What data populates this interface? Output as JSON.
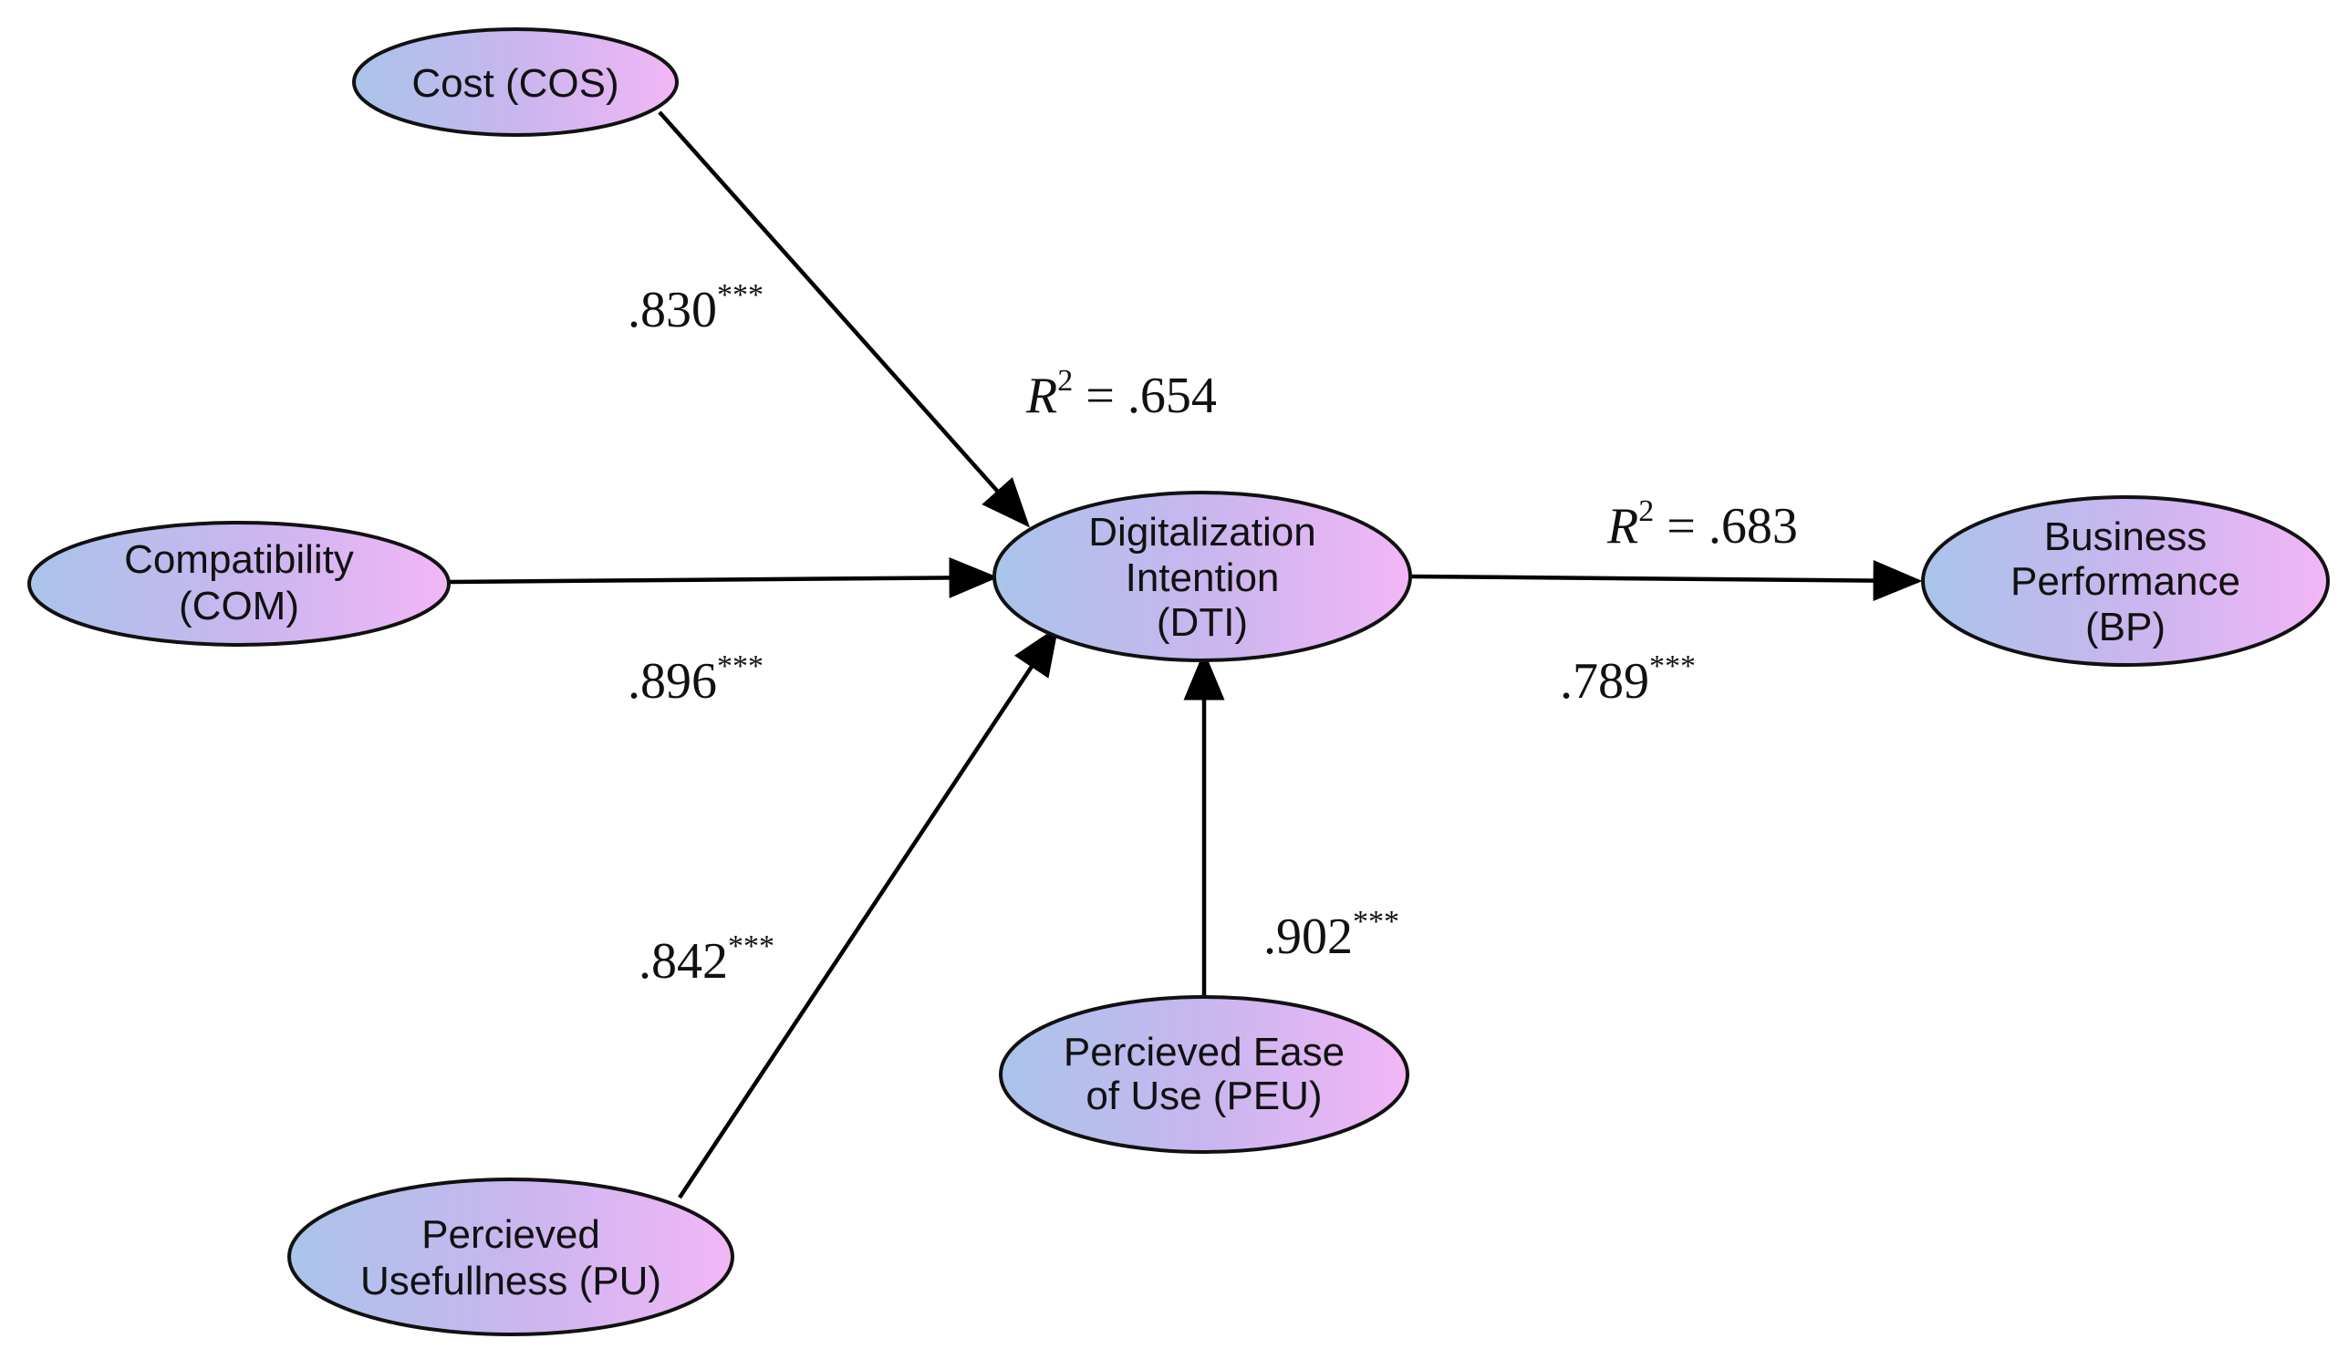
{
  "colors": {
    "node_gradient_start": "#a9c4ea",
    "node_gradient_mid": "#c8b6ee",
    "node_gradient_end": "#f2b6f6",
    "edge": "#000000",
    "text": "#111111"
  },
  "nodes": {
    "cos": {
      "line1": "Cost (COS)",
      "line2": "",
      "line3": ""
    },
    "com": {
      "line1": "Compatibility",
      "line2": "(COM)",
      "line3": ""
    },
    "pu": {
      "line1": "Percieved",
      "line2": "Usefullness (PU)",
      "line3": ""
    },
    "peu": {
      "line1": "Percieved Ease",
      "line2": "of Use (PEU)",
      "line3": ""
    },
    "dti": {
      "line1": "Digitalization",
      "line2": "Intention",
      "line3": "(DTI)"
    },
    "bp": {
      "line1": "Business",
      "line2": "Performance",
      "line3": "(BP)"
    }
  },
  "paths": {
    "cos_dti": {
      "value": ".830",
      "sig": "***"
    },
    "com_dti": {
      "value": ".896",
      "sig": "***"
    },
    "pu_dti": {
      "value": ".842",
      "sig": "***"
    },
    "peu_dti": {
      "value": ".902",
      "sig": "***"
    },
    "dti_bp": {
      "value": ".789",
      "sig": "***"
    }
  },
  "r_squared": {
    "dti": {
      "symbol": "R",
      "power": "2",
      "equals": " = ",
      "value": ".654"
    },
    "bp": {
      "symbol": "R",
      "power": "2",
      "equals": " = ",
      "value": ".683"
    }
  }
}
